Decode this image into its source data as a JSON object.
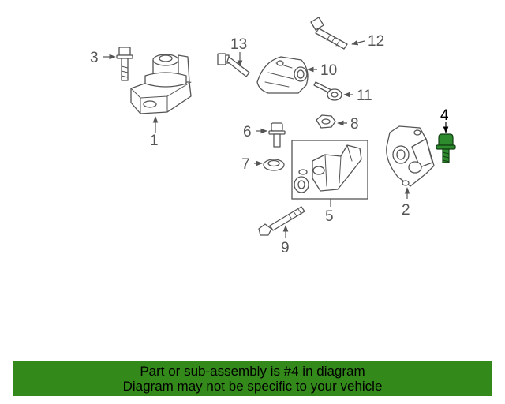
{
  "diagram": {
    "callouts": [
      "1",
      "2",
      "3",
      "4",
      "5",
      "6",
      "7",
      "8",
      "9",
      "10",
      "11",
      "12",
      "13"
    ],
    "highlighted": "4",
    "highlight_color": "#2d8a2d"
  },
  "banner": {
    "line1": "Part or sub-assembly is #4 in diagram",
    "line2": "Diagram may not be specific to your vehicle",
    "background": "#338a1b"
  }
}
